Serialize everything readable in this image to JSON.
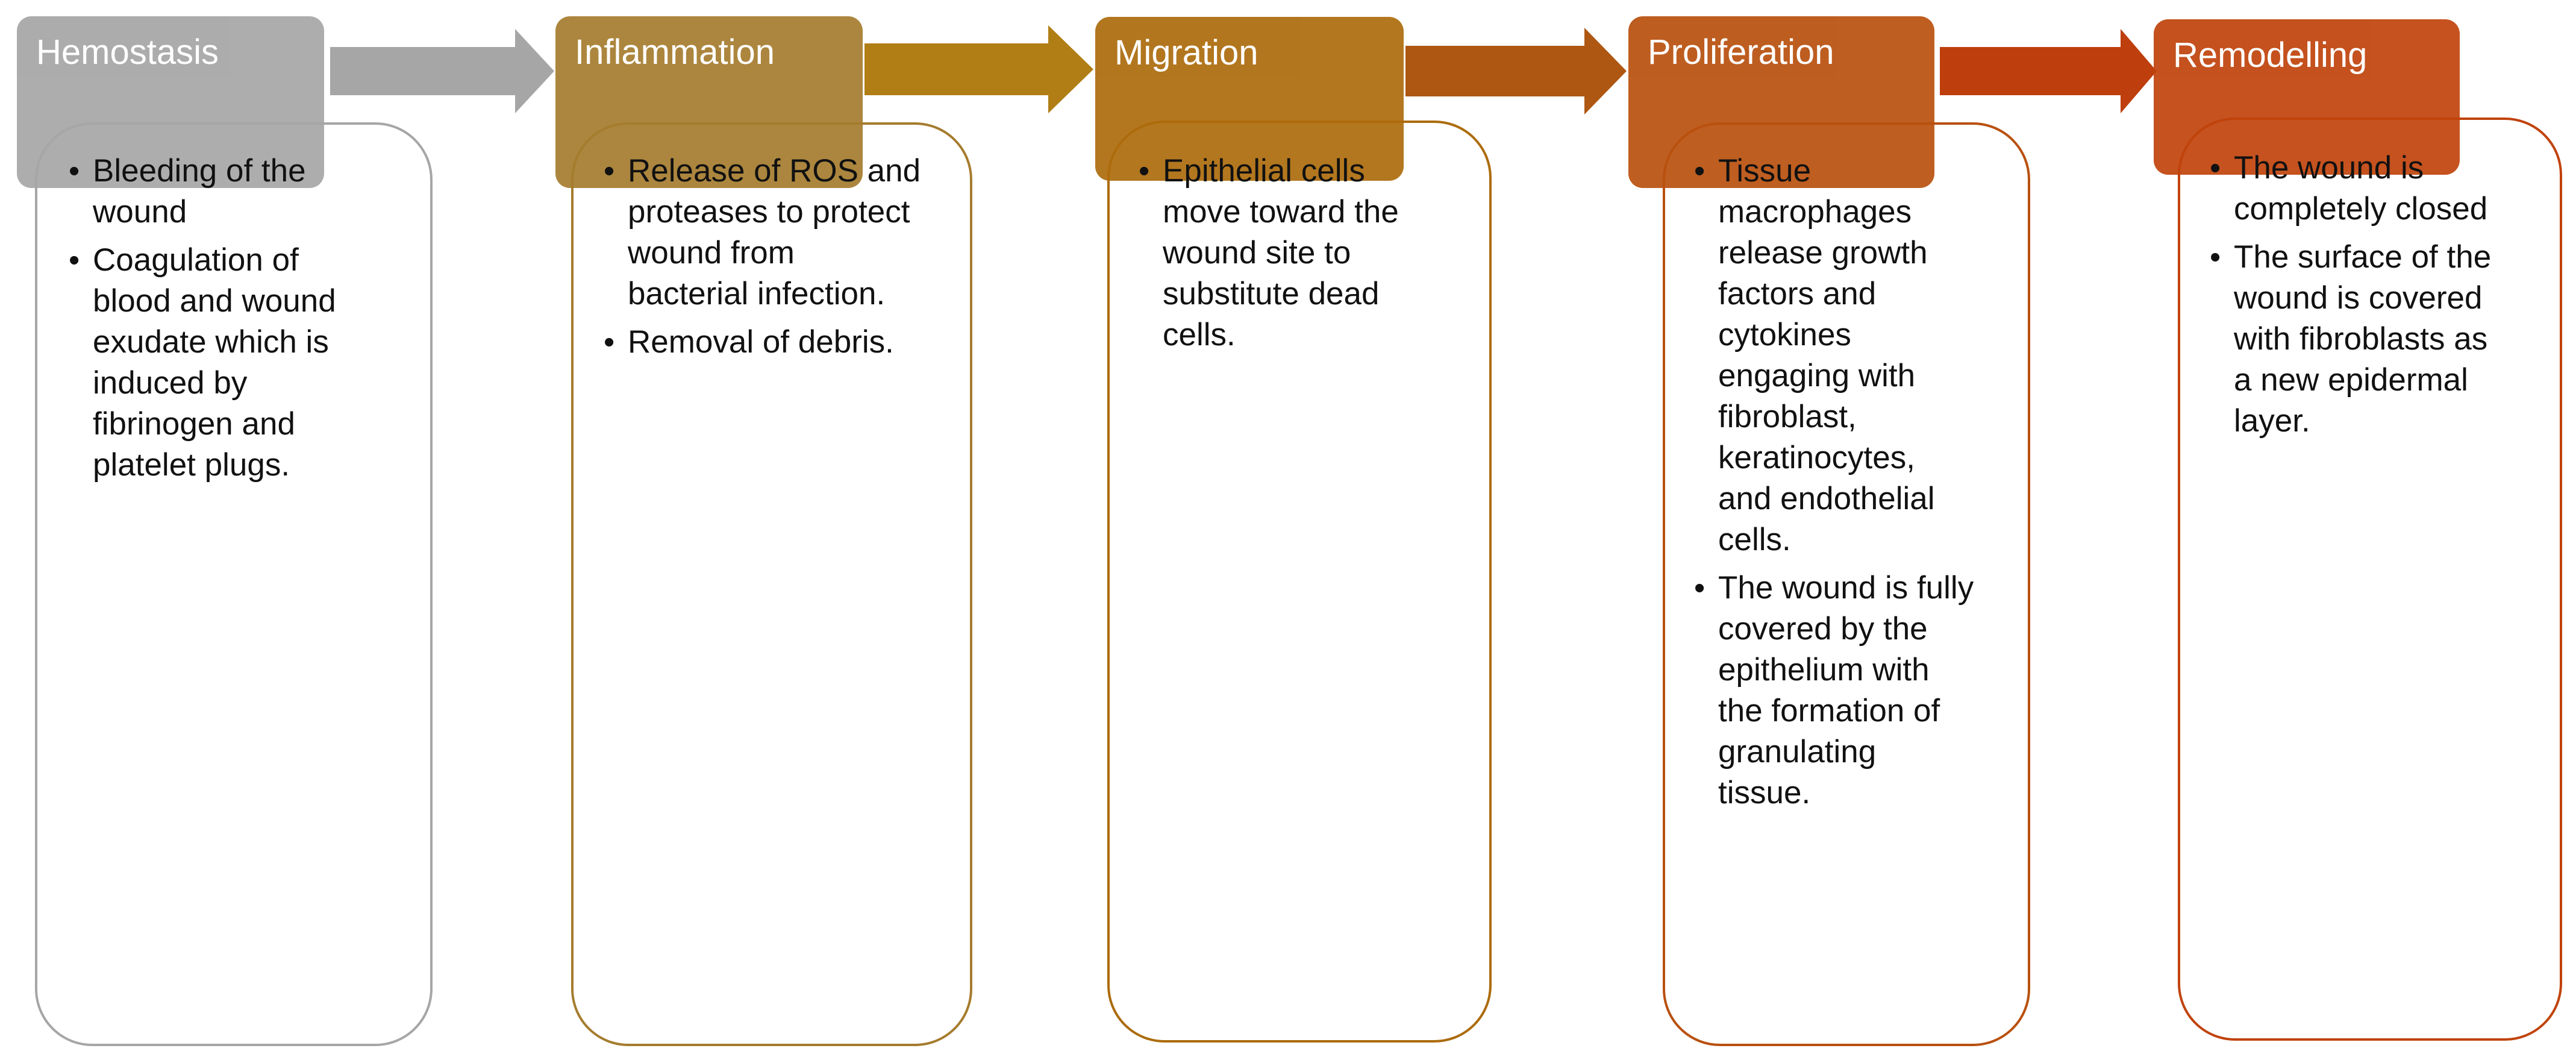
{
  "stages": [
    {
      "label": "Hemostasis",
      "color": "#a6a6a6",
      "bullets": [
        "Bleeding of the\nwound",
        "Coagulation of\nblood and wound\nexudate which is\ninduced by\nfibrinogen and\nplatelet plugs."
      ]
    },
    {
      "label": "Inflammation",
      "color": "#a57c2e",
      "bullets": [
        "Release of ROS and\nproteases to protect\nwound from\nbacterial infection.",
        "Removal of debris."
      ]
    },
    {
      "label": "Migration",
      "color": "#ac6b0c",
      "bullets": [
        "Epithelial cells\nmove toward the\nwound site to\nsubstitute dead\ncells."
      ]
    },
    {
      "label": "Proliferation",
      "color": "#b8500e",
      "bullets": [
        "Tissue\nmacrophages\nrelease growth\nfactors and\ncytokines\nengaging with\nfibroblast,\nkeratinocytes,\nand endothelial\ncells.",
        "The wound is fully\ncovered by the\nepithelium with\nthe formation of\ngranulating\ntissue."
      ]
    },
    {
      "label": "Remodelling",
      "color": "#c0430c",
      "bullets": [
        "The wound is\ncompletely closed",
        "The surface of the\nwound is covered\nwith fibroblasts as\na new epidermal\nlayer."
      ]
    }
  ],
  "arrows": [
    {
      "color": "#a6a6a6"
    },
    {
      "color": "#b07e14"
    },
    {
      "color": "#ae5712"
    },
    {
      "color": "#be3e0e"
    }
  ]
}
